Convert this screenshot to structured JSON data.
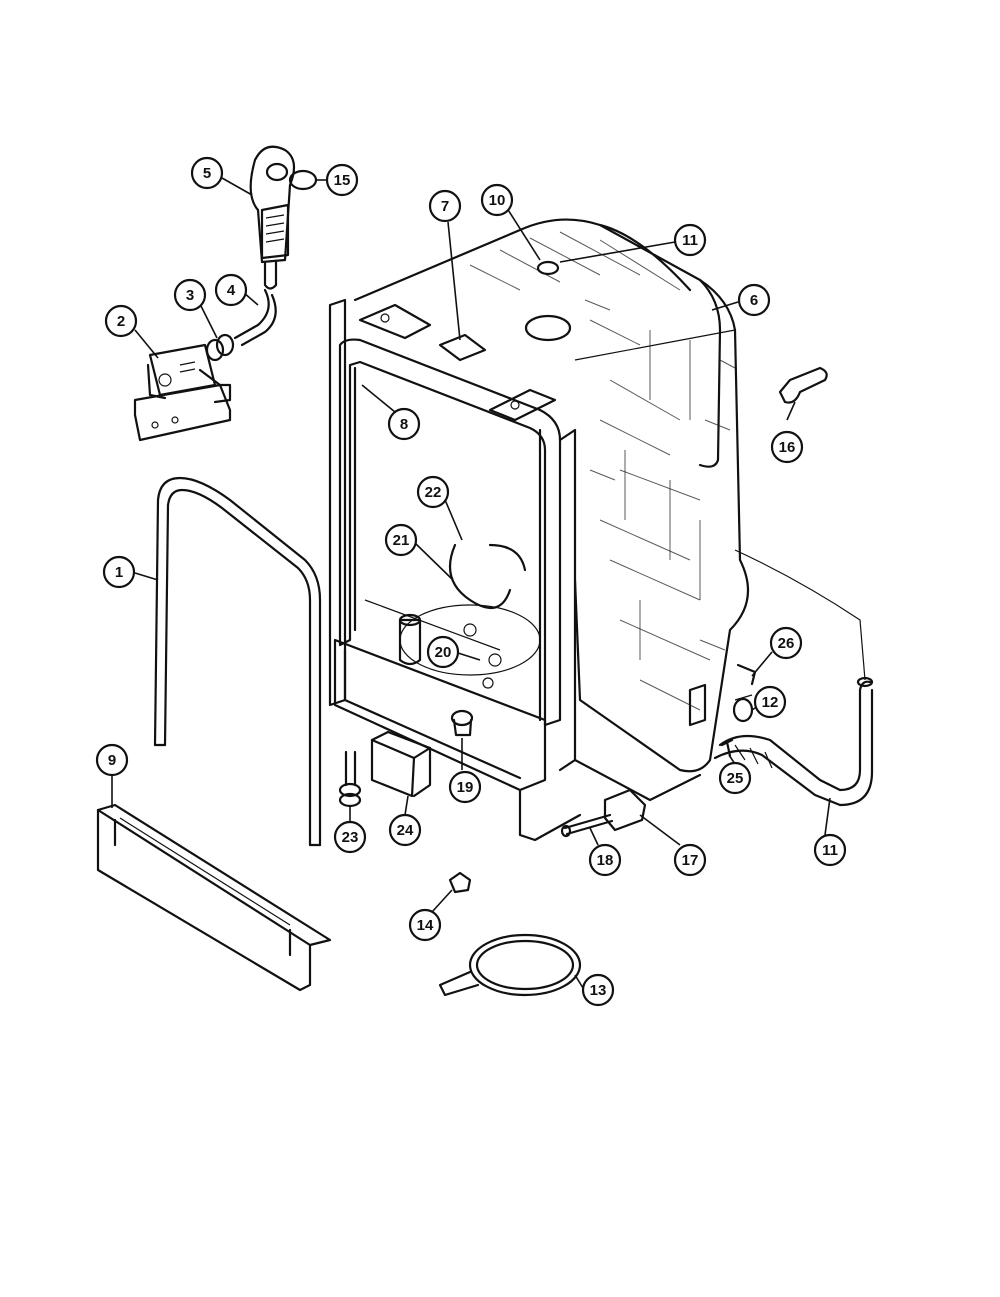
{
  "diagram": {
    "callouts": [
      {
        "id": "c1",
        "label": "1"
      },
      {
        "id": "c2",
        "label": "2"
      },
      {
        "id": "c3",
        "label": "3"
      },
      {
        "id": "c4",
        "label": "4"
      },
      {
        "id": "c5",
        "label": "5"
      },
      {
        "id": "c6",
        "label": "6"
      },
      {
        "id": "c7",
        "label": "7"
      },
      {
        "id": "c8",
        "label": "8"
      },
      {
        "id": "c9",
        "label": "9"
      },
      {
        "id": "c10",
        "label": "10"
      },
      {
        "id": "c11a",
        "label": "11"
      },
      {
        "id": "c11b",
        "label": "11"
      },
      {
        "id": "c12",
        "label": "12"
      },
      {
        "id": "c13",
        "label": "13"
      },
      {
        "id": "c14",
        "label": "14"
      },
      {
        "id": "c15",
        "label": "15"
      },
      {
        "id": "c16",
        "label": "16"
      },
      {
        "id": "c17",
        "label": "17"
      },
      {
        "id": "c18",
        "label": "18"
      },
      {
        "id": "c19",
        "label": "19"
      },
      {
        "id": "c20",
        "label": "20"
      },
      {
        "id": "c21",
        "label": "21"
      },
      {
        "id": "c22",
        "label": "22"
      },
      {
        "id": "c23",
        "label": "23"
      },
      {
        "id": "c24",
        "label": "24"
      },
      {
        "id": "c25",
        "label": "25"
      },
      {
        "id": "c26",
        "label": "26"
      }
    ]
  }
}
